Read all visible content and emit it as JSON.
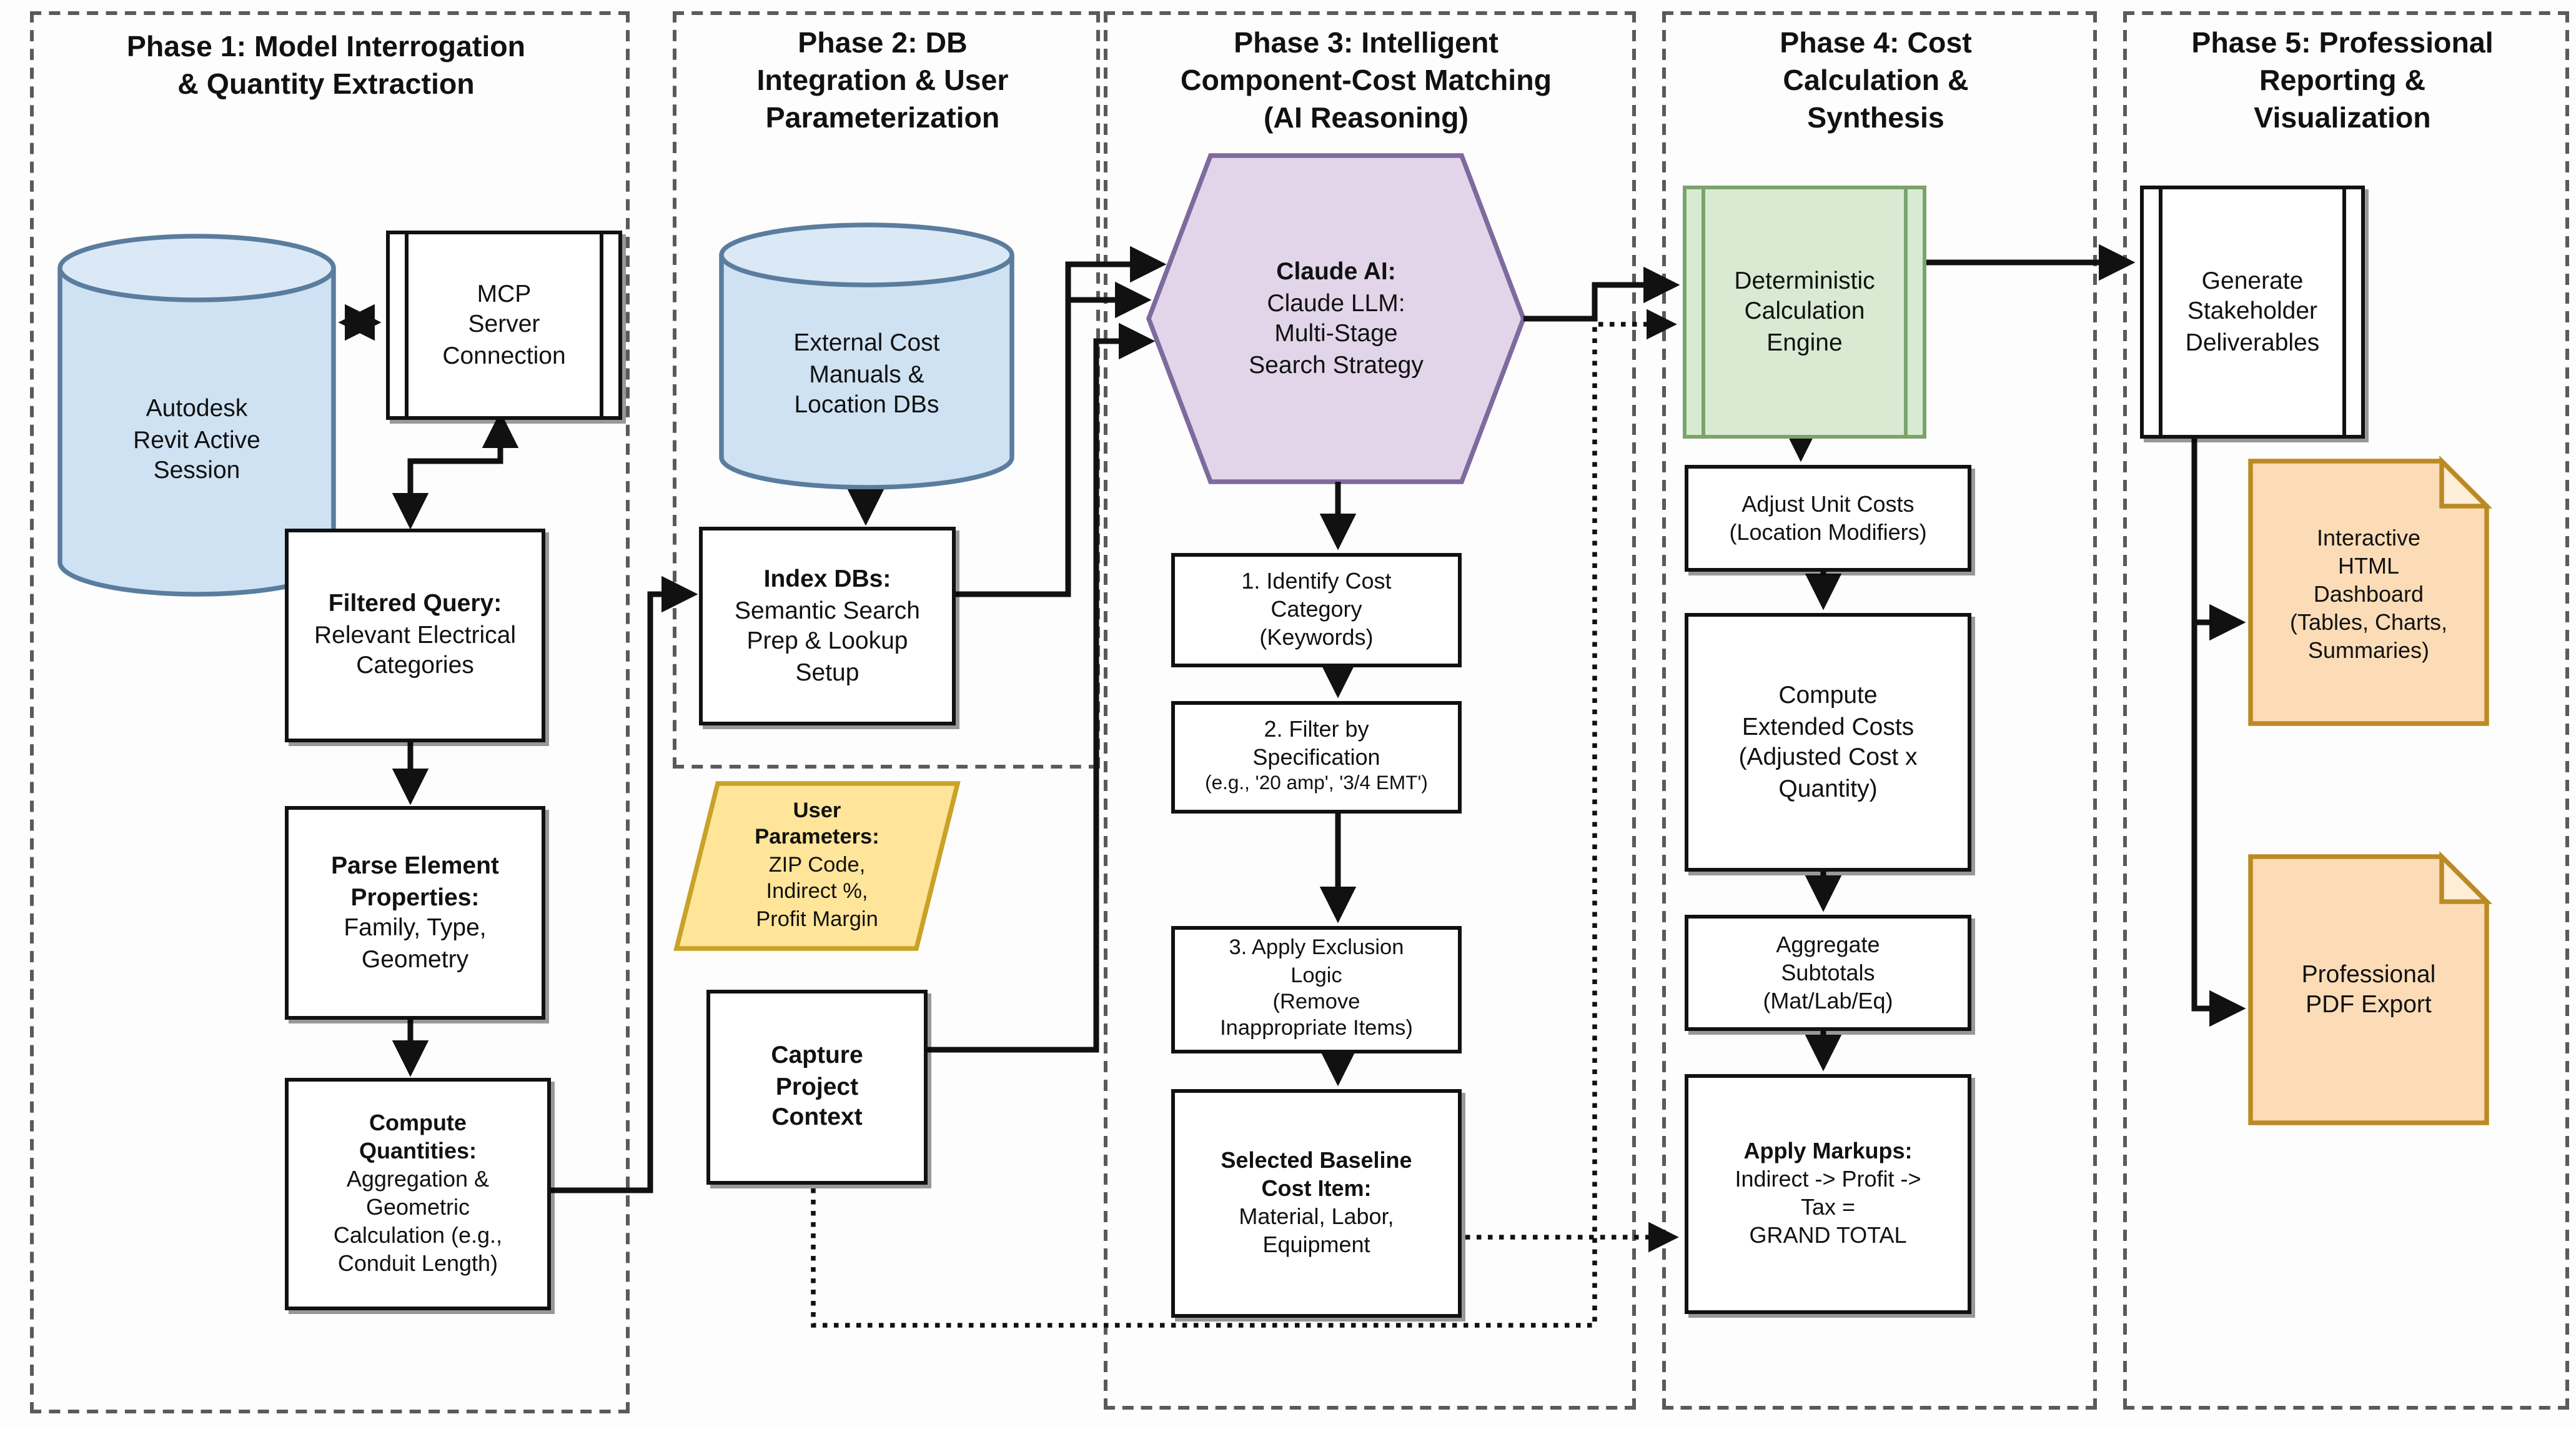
{
  "diagram_title": "Five-phase AI cost-estimation workflow",
  "accent_colors": {
    "db_fill": "#cfe2f3",
    "db_stroke": "#5a7d9e",
    "ai_fill": "#e2d5ea",
    "ai_stroke": "#7e6a9e",
    "engine_fill": "#d9ead3",
    "engine_stroke": "#7ba36c",
    "input_fill": "#ffe599",
    "input_stroke": "#c9a227",
    "doc_fill": "#fbdcb6",
    "doc_stroke": "#bc8a24",
    "line": "#111111"
  },
  "phases": {
    "p1": {
      "title": [
        "Phase 1: Model Interrogation",
        "& Quantity Extraction"
      ]
    },
    "p2": {
      "title": [
        "Phase 2: DB",
        "Integration & User",
        "Parameterization"
      ]
    },
    "p3": {
      "title": [
        "Phase 3: Intelligent",
        "Component-Cost Matching",
        "(AI Reasoning)"
      ]
    },
    "p4": {
      "title": [
        "Phase 4: Cost",
        "Calculation &",
        "Synthesis"
      ]
    },
    "p5": {
      "title": [
        "Phase 5: Professional",
        "Reporting &",
        "Visualization"
      ]
    }
  },
  "nodes": {
    "revit": {
      "lines": [
        "Autodesk",
        "Revit Active",
        "Session"
      ]
    },
    "mcp": {
      "lines": [
        "MCP",
        "Server",
        "Connection"
      ]
    },
    "fq": {
      "bold": [
        "Filtered Query:"
      ],
      "lines": [
        "Relevant Electrical",
        "Categories"
      ]
    },
    "parse": {
      "bold": [
        "Parse Element",
        "Properties:"
      ],
      "lines": [
        "Family, Type,",
        "Geometry"
      ]
    },
    "compute": {
      "bold": [
        "Compute",
        "Quantities:"
      ],
      "lines": [
        "Aggregation &",
        "Geometric",
        "Calculation (e.g.,",
        "Conduit Length)"
      ]
    },
    "extdb": {
      "lines": [
        "External Cost",
        "Manuals &",
        "Location DBs"
      ]
    },
    "index": {
      "bold": [
        "Index DBs:"
      ],
      "lines": [
        "Semantic Search",
        "Prep & Lookup",
        "Setup"
      ]
    },
    "params": {
      "bold": [
        "User",
        "Parameters:"
      ],
      "lines": [
        "ZIP Code,",
        "Indirect %,",
        "Profit Margin"
      ]
    },
    "capture": {
      "bold": [
        "Capture",
        "Project",
        "Context"
      ]
    },
    "claude": {
      "bold": [
        "Claude AI:"
      ],
      "lines": [
        "Claude LLM:",
        "Multi-Stage",
        "Search Strategy"
      ]
    },
    "step1": {
      "lines": [
        "1. Identify Cost",
        "Category",
        "(Keywords)"
      ]
    },
    "step2": {
      "lines": [
        "2. Filter by",
        "Specification"
      ],
      "small": "(e.g., '20 amp', '3/4 EMT')"
    },
    "step3": {
      "lines": [
        "3. Apply Exclusion",
        "Logic",
        "(Remove",
        "Inappropriate Items)"
      ]
    },
    "selected": {
      "bold": [
        "Selected Baseline",
        "Cost Item:"
      ],
      "lines": [
        "Material, Labor,",
        "Equipment"
      ]
    },
    "engine": {
      "lines": [
        "Deterministic",
        "Calculation",
        "Engine"
      ]
    },
    "adjust": {
      "lines": [
        "Adjust Unit Costs",
        "(Location Modifiers)"
      ]
    },
    "compext": {
      "lines": [
        "Compute",
        "Extended Costs",
        "(Adjusted Cost x",
        "Quantity)"
      ]
    },
    "aggregate": {
      "lines": [
        "Aggregate",
        "Subtotals",
        "(Mat/Lab/Eq)"
      ]
    },
    "markups": {
      "bold": [
        "Apply Markups:"
      ],
      "lines": [
        "Indirect -> Profit ->",
        "Tax =",
        "GRAND TOTAL"
      ]
    },
    "generate": {
      "lines": [
        "Generate",
        "Stakeholder",
        "Deliverables"
      ]
    },
    "htmldoc": {
      "lines": [
        "Interactive",
        "HTML",
        "Dashboard",
        "(Tables, Charts,",
        "Summaries)"
      ]
    },
    "pdfdoc": {
      "lines": [
        "Professional",
        "PDF Export"
      ]
    }
  }
}
